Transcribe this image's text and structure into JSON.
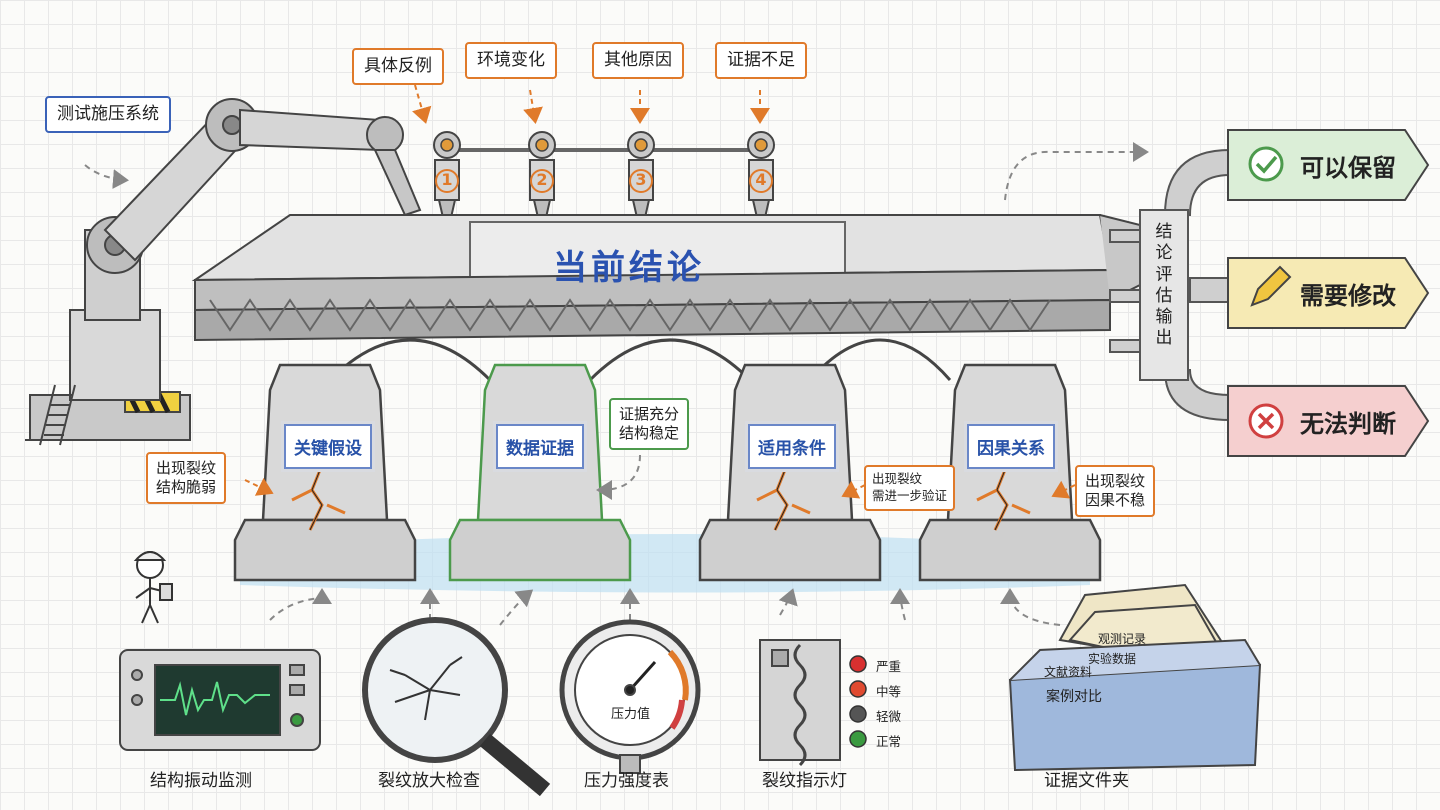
{
  "title": "当前结论",
  "test_system": "测试施压系统",
  "pressure_points": [
    {
      "number": "1",
      "label": "具体反例"
    },
    {
      "number": "2",
      "label": "环境变化"
    },
    {
      "number": "3",
      "label": "其他原因"
    },
    {
      "number": "4",
      "label": "证据不足"
    }
  ],
  "pillars": [
    {
      "label": "关键假设"
    },
    {
      "label": "数据证据"
    },
    {
      "label": "适用条件"
    },
    {
      "label": "因果关系"
    }
  ],
  "crack_notes": [
    {
      "line1": "出现裂纹",
      "line2": "结构脆弱"
    },
    {
      "line1": "证据充分",
      "line2": "结构稳定"
    },
    {
      "line1": "出现裂纹",
      "line2": "需进一步验证"
    },
    {
      "line1": "出现裂纹",
      "line2": "因果不稳"
    }
  ],
  "evaluation": {
    "label": "结论评估输出",
    "outputs": [
      {
        "label": "可以保留",
        "icon": "check-icon",
        "color": "#4c9a4c"
      },
      {
        "label": "需要修改",
        "icon": "pencil-icon",
        "color": "#d8b630"
      },
      {
        "label": "无法判断",
        "icon": "cross-icon",
        "color": "#d04040"
      }
    ]
  },
  "tools": [
    {
      "label": "结构振动监测",
      "icon": "oscilloscope-icon"
    },
    {
      "label": "裂纹放大检查",
      "icon": "magnifier-icon"
    },
    {
      "label": "压力强度表",
      "icon": "gauge-icon"
    },
    {
      "label": "裂纹指示灯",
      "icon": "indicator-panel-icon"
    },
    {
      "label": "证据文件夹",
      "icon": "file-box-icon"
    }
  ],
  "gauge_label": "压力值",
  "indicator_lights": [
    {
      "label": "严重",
      "color": "#d83030"
    },
    {
      "label": "中等",
      "color": "#e04a30"
    },
    {
      "label": "轻微",
      "color": "#555555"
    },
    {
      "label": "正常",
      "color": "#3a9a40"
    }
  ],
  "folder_cards": [
    "观测记录",
    "实验数据",
    "文献资料",
    "案例对比"
  ]
}
